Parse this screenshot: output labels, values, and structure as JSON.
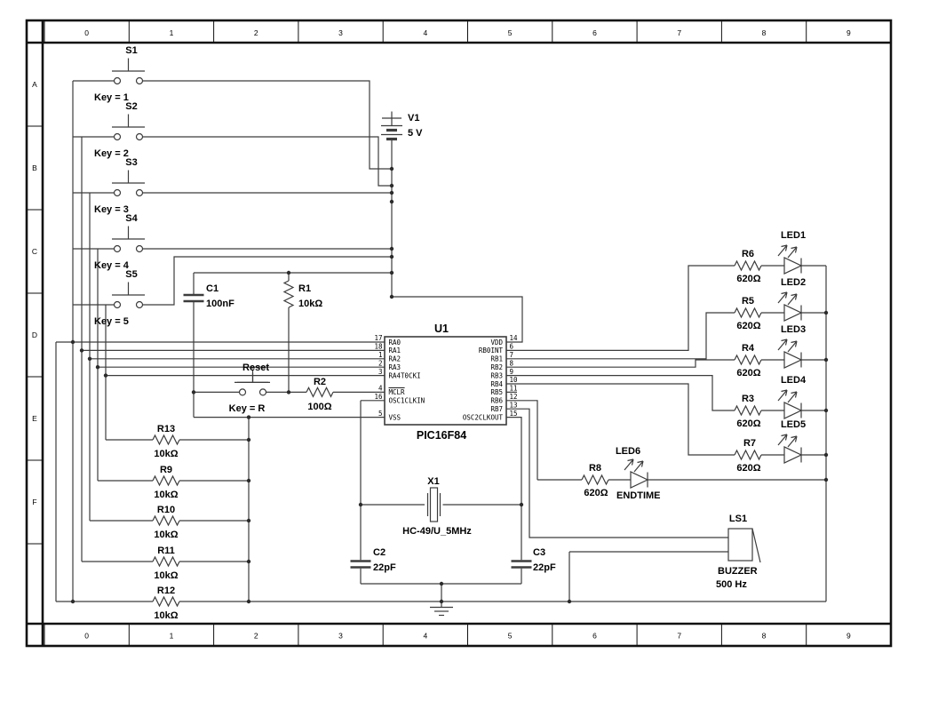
{
  "page": {
    "ruler_cols": [
      "0",
      "1",
      "2",
      "3",
      "4",
      "5",
      "6",
      "7",
      "8",
      "9"
    ],
    "ruler_rows": [
      "A",
      "B",
      "C",
      "D",
      "E",
      "F"
    ]
  },
  "components": {
    "s1": {
      "ref": "S1",
      "key": "Key = 1"
    },
    "s2": {
      "ref": "S2",
      "key": "Key = 2"
    },
    "s3": {
      "ref": "S3",
      "key": "Key = 3"
    },
    "s4": {
      "ref": "S4",
      "key": "Key = 4"
    },
    "s5": {
      "ref": "S5",
      "key": "Key = 5"
    },
    "reset": {
      "ref": "Reset",
      "key": "Key = R"
    },
    "v1": {
      "ref": "V1",
      "value": "5 V"
    },
    "c1": {
      "ref": "C1",
      "value": "100nF"
    },
    "r1": {
      "ref": "R1",
      "value": "10kΩ"
    },
    "r2": {
      "ref": "R2",
      "value": "100Ω"
    },
    "u1": {
      "ref": "U1",
      "part": "PIC16F84",
      "left_pins": [
        {
          "num": "17",
          "name": "RA0"
        },
        {
          "num": "18",
          "name": "RA1"
        },
        {
          "num": "1",
          "name": "RA2"
        },
        {
          "num": "2",
          "name": "RA3"
        },
        {
          "num": "3",
          "name": "RA4T0CKI"
        },
        {
          "num": "4",
          "name": "MCLR",
          "bar": true
        },
        {
          "num": "16",
          "name": "OSC1CLKIN"
        },
        {
          "num": "5",
          "name": "VSS"
        }
      ],
      "right_pins": [
        {
          "num": "14",
          "name": "VDD"
        },
        {
          "num": "6",
          "name": "RB0INT"
        },
        {
          "num": "7",
          "name": "RB1"
        },
        {
          "num": "8",
          "name": "RB2"
        },
        {
          "num": "9",
          "name": "RB3"
        },
        {
          "num": "10",
          "name": "RB4"
        },
        {
          "num": "11",
          "name": "RB5"
        },
        {
          "num": "12",
          "name": "RB6"
        },
        {
          "num": "13",
          "name": "RB7"
        },
        {
          "num": "15",
          "name": "OSC2CLKOUT"
        }
      ]
    },
    "x1": {
      "ref": "X1",
      "value": "HC-49/U_5MHz"
    },
    "c2": {
      "ref": "C2",
      "value": "22pF"
    },
    "c3": {
      "ref": "C3",
      "value": "22pF"
    },
    "r13": {
      "ref": "R13",
      "value": "10kΩ"
    },
    "r9": {
      "ref": "R9",
      "value": "10kΩ"
    },
    "r10": {
      "ref": "R10",
      "value": "10kΩ"
    },
    "r11": {
      "ref": "R11",
      "value": "10kΩ"
    },
    "r12": {
      "ref": "R12",
      "value": "10kΩ"
    },
    "r6": {
      "ref": "R6",
      "value": "620Ω"
    },
    "r5": {
      "ref": "R5",
      "value": "620Ω"
    },
    "r4": {
      "ref": "R4",
      "value": "620Ω"
    },
    "r3": {
      "ref": "R3",
      "value": "620Ω"
    },
    "r7": {
      "ref": "R7",
      "value": "620Ω"
    },
    "r8": {
      "ref": "R8",
      "value": "620Ω"
    },
    "led1": {
      "ref": "LED1"
    },
    "led2": {
      "ref": "LED2"
    },
    "led3": {
      "ref": "LED3"
    },
    "led4": {
      "ref": "LED4"
    },
    "led5": {
      "ref": "LED5"
    },
    "led6": {
      "ref": "LED6",
      "label": "ENDTIME"
    },
    "ls1": {
      "ref": "LS1",
      "type": "BUZZER",
      "value": "500 Hz"
    }
  }
}
